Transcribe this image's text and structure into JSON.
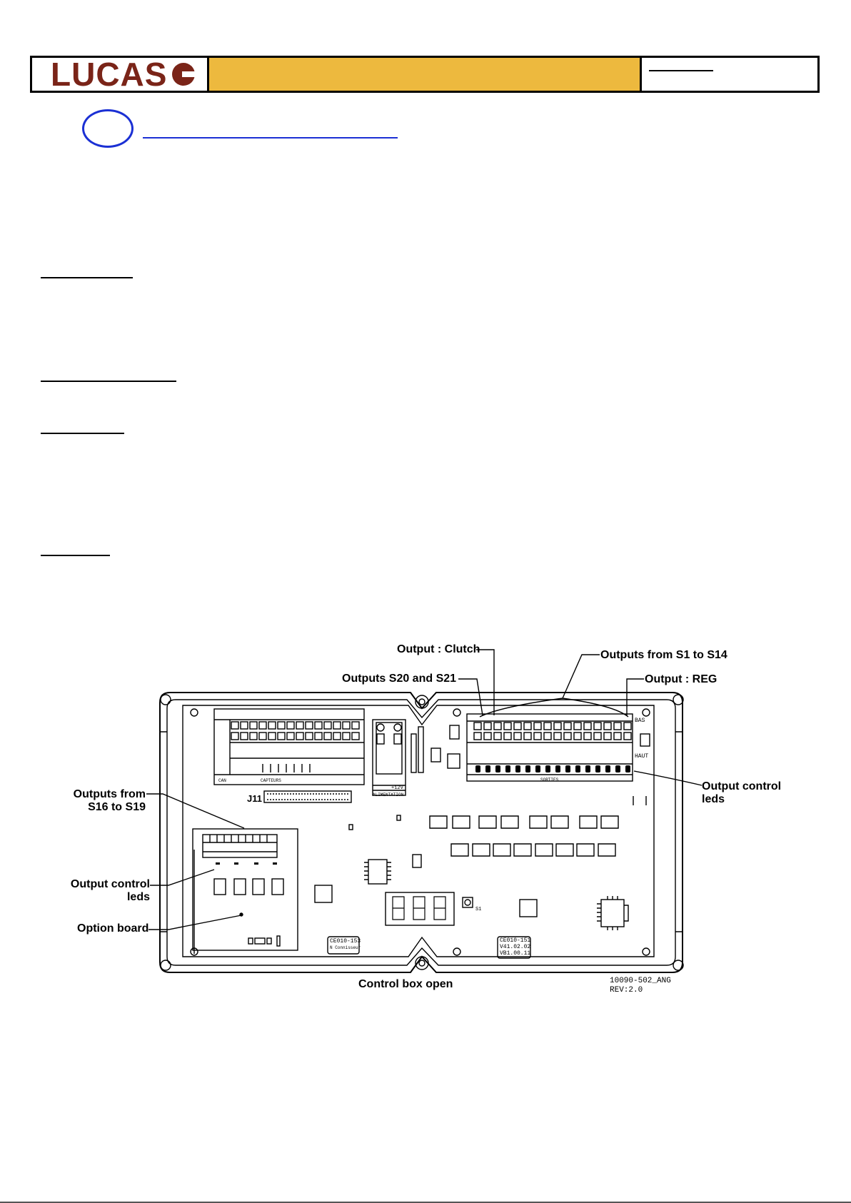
{
  "header": {
    "logo_text": "LUCAS",
    "logo_color": "#7a2418",
    "band_color": "#edb93e"
  },
  "section": {
    "accent_color": "#1b30d4"
  },
  "figure": {
    "callouts": {
      "clutch": "Output : Clutch",
      "s1_s14": "Outputs from S1 to S14",
      "s20_s21": "Outputs S20 and S21",
      "reg": "Output : REG",
      "s16_s19_line1": "Outputs from",
      "s16_s19_line2": "S16 to S19",
      "leds_left_line1": "Output control",
      "leds_left_line2": "leds",
      "leds_right_line1": "Output control",
      "leds_right_line2": "leds",
      "option_board": "Option board"
    },
    "caption": "Control box open",
    "drawing_ref": "10090-502_ANG",
    "revision": "REV:2.0",
    "board_labels": {
      "connector": "J11",
      "bas": "BAS",
      "haut": "HAUT",
      "alimentation": "ALIMENTATION",
      "sorties": "SORTIES",
      "capteurs": "CAPTEURS",
      "can": "CAN",
      "plus12v": "+12V",
      "switch": "S1",
      "tag_left_line1": "CE010-153",
      "tag_left_line2": "N Connisseur",
      "tag_right_line1": "CE010-151",
      "tag_right_line2": "V41.02.02",
      "tag_right_line3": "VB1.00.11"
    }
  }
}
